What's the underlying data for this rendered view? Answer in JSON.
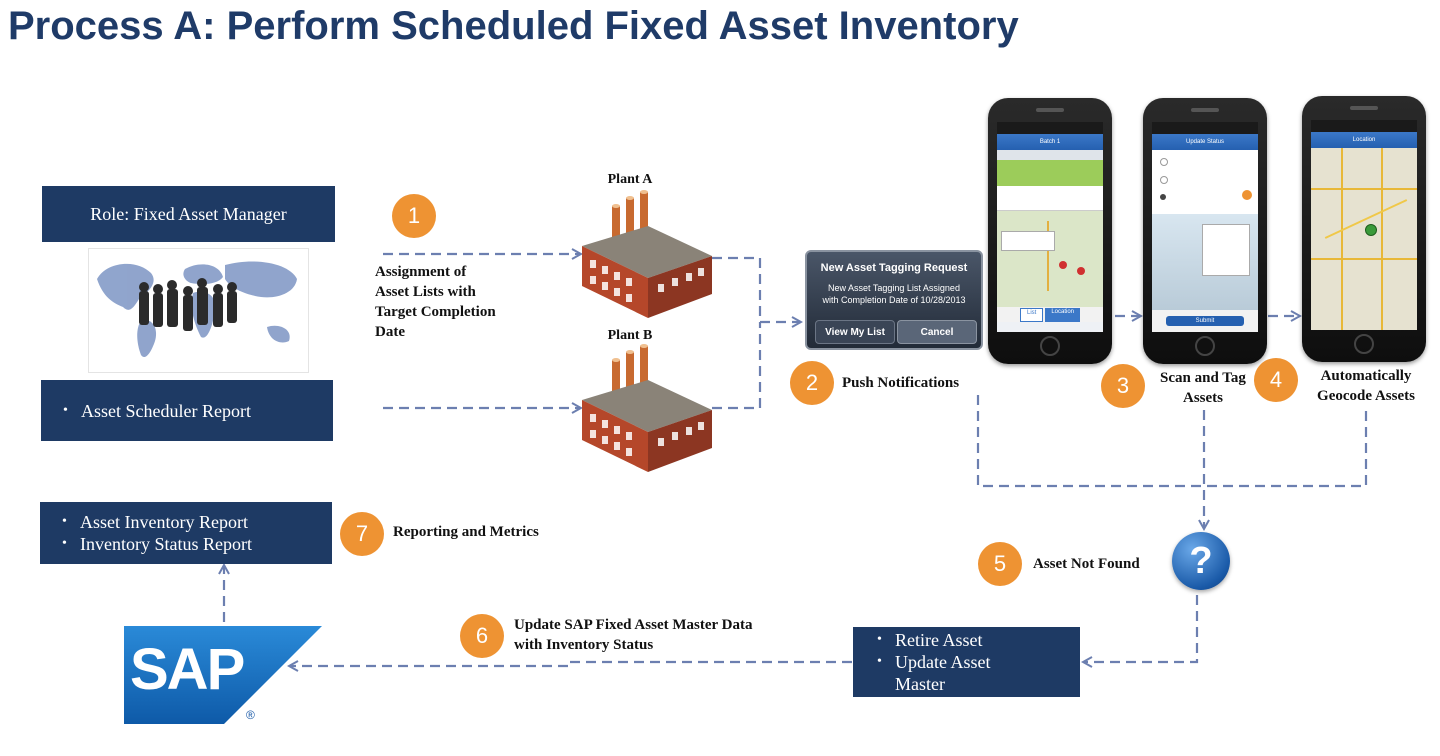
{
  "title": "Process A: Perform Scheduled Fixed Asset Inventory",
  "role_box": "Role: Fixed Asset Manager",
  "scheduler_box": [
    "Asset Scheduler Report"
  ],
  "report_box": [
    "Asset Inventory Report",
    "Inventory Status Report"
  ],
  "retire_box": [
    "Retire Asset",
    "Update Asset Master"
  ],
  "plants": {
    "a": "Plant A",
    "b": "Plant B"
  },
  "steps": [
    {
      "num": "1",
      "label": "Assignment of Asset Lists with Target Completion Date"
    },
    {
      "num": "2",
      "label": "Push Notifications"
    },
    {
      "num": "3",
      "label": "Scan and Tag Assets"
    },
    {
      "num": "4",
      "label": "Automatically Geocode Assets"
    },
    {
      "num": "5",
      "label": "Asset Not Found"
    },
    {
      "num": "6",
      "label": "Update SAP Fixed Asset Master Data with Inventory Status"
    },
    {
      "num": "7",
      "label": "Reporting and Metrics"
    }
  ],
  "notification": {
    "title": "New Asset Tagging Request",
    "body": "New Asset Tagging List Assigned with Completion Date of 10/28/2013",
    "btn_view": "View My List",
    "btn_cancel": "Cancel"
  },
  "phones": {
    "p1_title": "Batch 1",
    "p1_tabs": [
      "List",
      "Location"
    ],
    "p2_title": "Update Status",
    "p2_submit": "Submit",
    "p3_title": "Location"
  },
  "sap": {
    "logo": "SAP",
    "reg": "®"
  },
  "question_glyph": "?",
  "colors": {
    "navy": "#1e3a64",
    "orange": "#ee9333",
    "arrow": "#6c7fb0",
    "title": "#1f3b68",
    "sap_blue": "#1a7ac8"
  }
}
